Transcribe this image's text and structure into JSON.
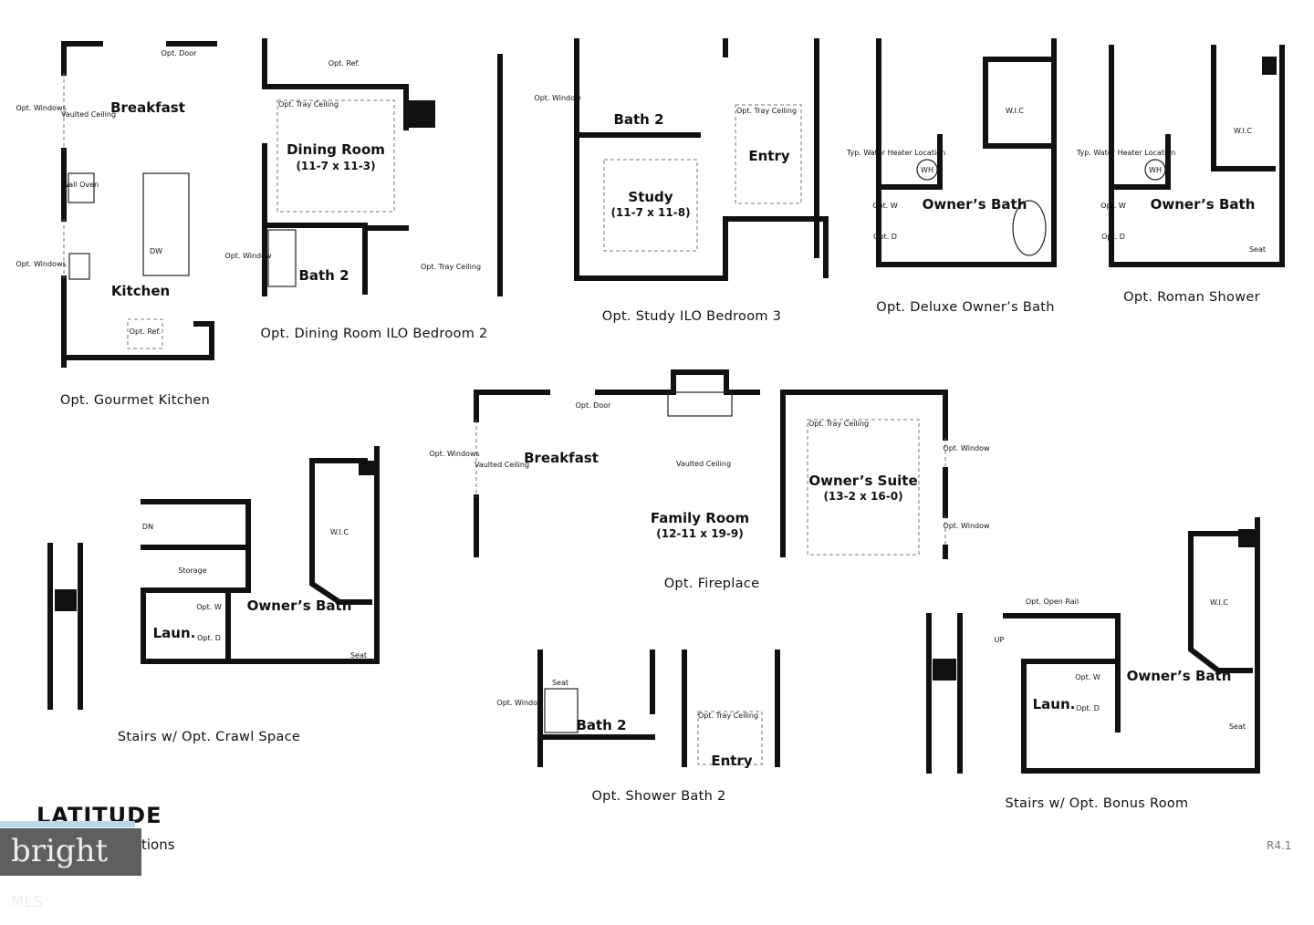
{
  "brand": {
    "logo_text": "LATITUDE",
    "watermark": "bright MLS",
    "watermark_brand": "bright",
    "watermark_suffix": "MLS",
    "page_label_partial": "tions",
    "revision": "R4.1",
    "accent_bar_color": "#b8d8ea",
    "watermark_bg": "#5f5f5f"
  },
  "plans": [
    {
      "caption": "Opt. Gourmet Kitchen",
      "rooms": [
        "Breakfast",
        "Kitchen"
      ],
      "notes": [
        "Opt. Door",
        "Opt. Windows",
        "Vaulted Ceiling",
        "Wall Oven",
        "DW",
        "Opt. Windows",
        "Opt. Ref."
      ]
    },
    {
      "caption": "Opt. Dining Room ILO Bedroom 2",
      "rooms": [
        "Dining Room",
        "Bath 2"
      ],
      "dims": [
        "(11-7 x 11-3)"
      ],
      "notes": [
        "Opt. Ref.",
        "Opt. Tray Ceiling",
        "Opt. Window",
        "Opt. Tray Ceiling"
      ]
    },
    {
      "caption": "Opt. Study ILO Bedroom 3",
      "rooms": [
        "Bath 2",
        "Study",
        "Entry"
      ],
      "dims": [
        "(11-7 x 11-8)"
      ],
      "notes": [
        "Opt. Window",
        "Opt. Tray Ceiling"
      ]
    },
    {
      "caption": "Opt. Deluxe Owner’s Bath",
      "rooms": [
        "Owner’s Bath"
      ],
      "notes": [
        "W.I.C",
        "Typ. Water Heater Location",
        "WH",
        "Opt. W",
        "Opt. D"
      ]
    },
    {
      "caption": "Opt. Roman Shower",
      "rooms": [
        "Owner’s Bath"
      ],
      "notes": [
        "W.I.C",
        "Typ. Water Heater Location",
        "WH",
        "Opt. W",
        "Opt. D",
        "Seat"
      ]
    },
    {
      "caption": "Opt. Fireplace",
      "rooms": [
        "Breakfast",
        "Family Room",
        "Owner’s Suite"
      ],
      "dims": [
        "(12-11 x 19-9)",
        "(13-2 x 16-0)"
      ],
      "notes": [
        "Opt. Door",
        "Opt. Windows",
        "Vaulted Ceiling",
        "Vaulted Ceiling",
        "Opt. Tray Ceiling",
        "Opt. Window",
        "Opt. Window"
      ]
    },
    {
      "caption": "Stairs w/ Opt. Crawl Space",
      "rooms": [
        "Storage",
        "Laun.",
        "Owner’s Bath"
      ],
      "notes": [
        "DN",
        "W.I.C",
        "Opt. W",
        "Opt. D",
        "Seat"
      ]
    },
    {
      "caption": "Opt. Shower Bath 2",
      "rooms": [
        "Bath 2",
        "Entry"
      ],
      "notes": [
        "Seat",
        "Opt. Window",
        "Opt. Tray Ceiling"
      ]
    },
    {
      "caption": "Stairs w/ Opt. Bonus Room",
      "rooms": [
        "Laun.",
        "Owner’s Bath"
      ],
      "notes": [
        "Opt. Open Rail",
        "UP",
        "W.I.C",
        "Opt. W",
        "Opt. D",
        "Seat"
      ]
    }
  ]
}
